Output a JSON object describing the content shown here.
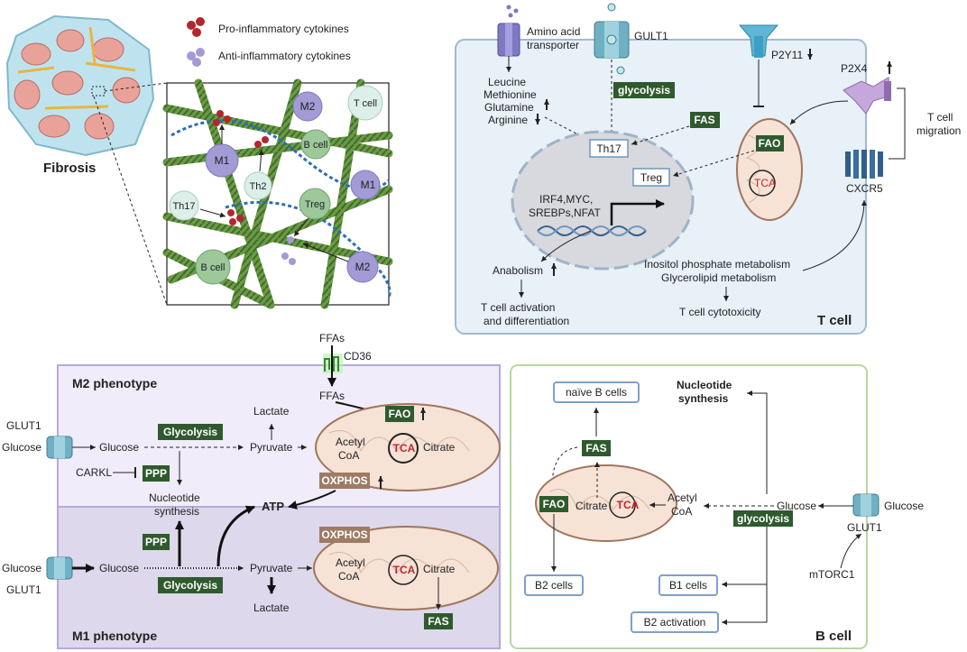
{
  "colors": {
    "tcell_bg": "#e8f0f8",
    "tcell_border": "#9fbad4",
    "m2_bg": "#f1ecfa",
    "m1_bg": "#ddd8ec",
    "macro_border": "#b7a9d8",
    "bcell_bg": "#ffffff",
    "bcell_border": "#b6d7a1",
    "green_box": "#2f5a2e",
    "brown_box": "#9e7b63",
    "tca_red": "#c0272d",
    "fiber": "#5c8a3a",
    "dna": "#3b5f8c"
  },
  "icons": [
    "amino-acid-transporter-icon",
    "glut1-channel-icon",
    "p2y11-receptor-icon",
    "p2x4-receptor-icon",
    "cxcr5-receptor-icon",
    "mitochondrion-icon",
    "nucleus-icon",
    "cd36-receptor-icon",
    "fibrosis-tissue-icon"
  ],
  "fibrosis": {
    "title": "Fibrosis",
    "legend": [
      {
        "label": "Pro-inflammatory cytokines"
      },
      {
        "label": "Anti-inflammatory cytokines"
      }
    ],
    "zoom_cells": [
      "M2",
      "T cell",
      "B cell",
      "M1",
      "Th2",
      "M1",
      "Th17",
      "Treg",
      "B cell",
      "M2"
    ]
  },
  "tcell": {
    "title": "T cell",
    "amino_transporter": "Amino acid\ntransporter",
    "amino_acids": [
      "Leucine",
      "Methionine",
      "Glutamine",
      "Arginine"
    ],
    "glut1": "GULT1",
    "glycolysis": "glycolysis",
    "p2y11": "P2Y11",
    "p2x4": "P2X4",
    "fas": "FAS",
    "fao": "FAO",
    "tca": "TCA",
    "th17": "Th17",
    "treg": "Treg",
    "tfs": [
      "IRF4,MYC,",
      "SREBPs,NFAT"
    ],
    "cxcr5": "CXCR5",
    "migration": [
      "T cell",
      "migration"
    ],
    "anabolism": "Anabolism",
    "activation": [
      "T cell activation",
      "and differentiation"
    ],
    "metabolism": [
      "Inositol phosphate metabolism",
      "Glycerolipid metabolism"
    ],
    "cytotoxicity": "T cell cytotoxicity"
  },
  "macrophage": {
    "m2_title": "M2 phenotype",
    "m1_title": "M1 phenotype",
    "ffas": "FFAs",
    "cd36": "CD36",
    "ffas_in": "FFAs",
    "glut1": "GLUT1",
    "glucose": "Glucose",
    "glycolysis": "Glycolysis",
    "lactate": "Lactate",
    "pyruvate": "Pyruvate",
    "fao": "FAO",
    "acetyl": [
      "Acetyl",
      "CoA"
    ],
    "tca": "TCA",
    "citrate": "Citrate",
    "oxphos": "OXPHOS",
    "carkl": "CARKL",
    "ppp": "PPP",
    "nucleotide": [
      "Nucleotide",
      "synthesis"
    ],
    "atp": "ATP",
    "fas": "FAS"
  },
  "bcell": {
    "title": "B cell",
    "naive": "naïve B cells",
    "nucleotide": [
      "Nucleotide",
      "synthesis"
    ],
    "fas": "FAS",
    "fao": "FAO",
    "citrate": "Citrate",
    "tca": "TCA",
    "acetyl": [
      "Acetyl",
      "CoA"
    ],
    "glucose_in": "Glucose",
    "glucose_out": "Glucose",
    "glycolysis": "glycolysis",
    "glut1": "GLUT1",
    "mtorc1": "mTORC1",
    "b2_cells": "B2 cells",
    "b1_cells": "B1 cells",
    "b2_activation": "B2 activation"
  }
}
